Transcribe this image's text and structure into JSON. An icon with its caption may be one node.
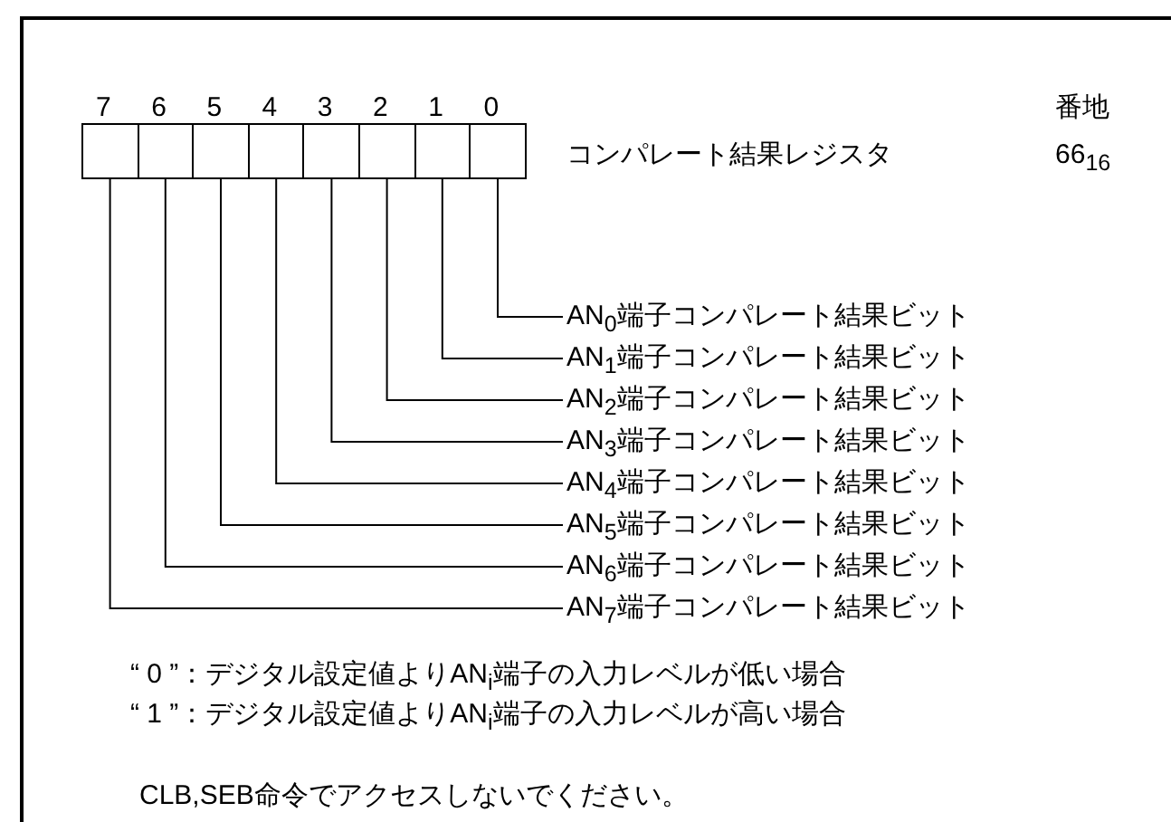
{
  "diagram": {
    "nodes": [
      {
        "text": [],
        "shape": "box"
      },
      {
        "text": [],
        "shape": "box"
      },
      {
        "text": [],
        "shape": "box"
      },
      {
        "text": [],
        "shape": "box"
      },
      {
        "text": [],
        "shape": "box"
      },
      {
        "text": [],
        "shape": "box"
      },
      {
        "text": [],
        "shape": "box"
      },
      {
        "text": [],
        "shape": "box"
      },
      {
        "text": [
          "AN$_{0}$端子コンパレート結果ビット"
        ]
      },
      {
        "text": [
          "AN$_{1}$端子コンパレート結果ビット"
        ]
      },
      {
        "text": [
          "AN$_{2}$端子コンパレート結果ビット"
        ]
      },
      {
        "text": [
          "AN$_{3}$端子コンパレート結果ビット"
        ]
      },
      {
        "text": [
          "AN$_{4}$端子コンパレート結果ビット"
        ]
      },
      {
        "text": [
          "AN$_{5}$端子コンパレート結果ビット"
        ]
      },
      {
        "text": [
          "AN$_{6}$端子コンパレート結果ビット"
        ]
      },
      {
        "text": [
          "AN$_{7}$端子コンパレート結果ビット"
        ]
      }
    ],
    "edges": [
      {
        "from": 8,
        "to": 7,
        "arrow": "none"
      },
      {
        "from": 9,
        "to": 6,
        "arrow": "none"
      },
      {
        "from": 10,
        "to": 5,
        "arrow": "none"
      },
      {
        "from": 11,
        "to": 4,
        "arrow": "none"
      },
      {
        "from": 12,
        "to": 3,
        "arrow": "none"
      },
      {
        "from": 13,
        "to": 2,
        "arrow": "none"
      },
      {
        "from": 14,
        "to": 1,
        "arrow": "none"
      },
      {
        "from": 15,
        "to": 0,
        "arrow": "none"
      }
    ],
    "labels": [
      "7",
      "6",
      "5",
      "4",
      "3",
      "2",
      "1",
      "0",
      "番地",
      "コンパレート結果レジスタ",
      "66$_{16}$",
      "“ 0 ”：デジタル設定値よりAN$_{i}$端子の入力レベルが低い場合",
      "“ 1 ”：デジタル設定値よりAN$_{i}$端子の入力レベルが高い場合",
      "CLB,SEB命令でアクセスしないでください。"
    ]
  }
}
